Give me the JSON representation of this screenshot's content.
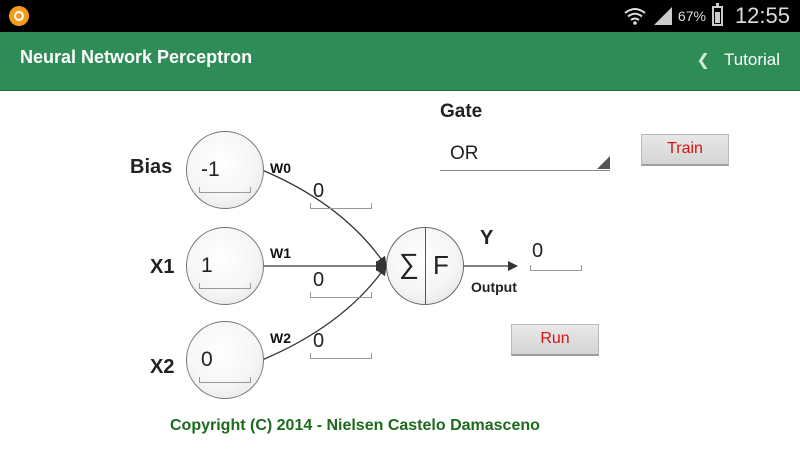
{
  "status_bar": {
    "battery_percent": "67%",
    "time": "12:55",
    "battery_level": 0.67
  },
  "app_bar": {
    "title": "Neural Network Perceptron",
    "tutorial_chevron": "❮",
    "tutorial_label": "Tutorial"
  },
  "inputs": [
    {
      "label": "Bias",
      "value": "-1",
      "weight_label": "W0",
      "weight_value": "0"
    },
    {
      "label": "X1",
      "value": "1",
      "weight_label": "W1",
      "weight_value": "0"
    },
    {
      "label": "X2",
      "value": "0",
      "weight_label": "W2",
      "weight_value": "0"
    }
  ],
  "gate": {
    "label": "Gate",
    "selected": "OR"
  },
  "buttons": {
    "train": "Train",
    "run": "Run"
  },
  "neuron": {
    "sum_symbol": "∑",
    "function_symbol": "F"
  },
  "output": {
    "y_label": "Y",
    "output_label": "Output",
    "value": "0"
  },
  "footer": {
    "copyright": "Copyright (C) 2014 - Nielsen Castelo Damasceno"
  },
  "colors": {
    "app_bar": "#2e8c57",
    "button_text": "#d21414",
    "copyright_text": "#1c6b1c"
  }
}
